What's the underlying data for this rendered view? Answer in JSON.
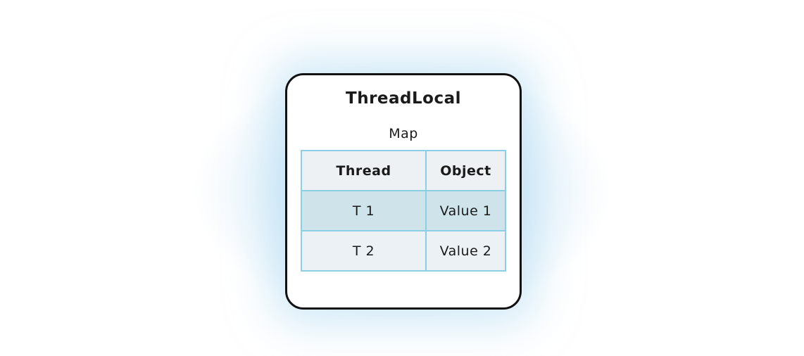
{
  "diagram": {
    "title": "ThreadLocal",
    "map_label": "Map",
    "table": {
      "headers": [
        "Thread",
        "Object"
      ],
      "rows": [
        {
          "thread": "T 1",
          "object": "Value 1"
        },
        {
          "thread": "T 2",
          "object": "Value 2"
        }
      ]
    }
  },
  "colors": {
    "box_border": "#111111",
    "table_border": "#8ccfe4",
    "header_bg": "#eef1f4",
    "row1_bg": "#cfe3eb",
    "row2_bg": "#ebf1f5",
    "glow": "#cfe7f7"
  }
}
